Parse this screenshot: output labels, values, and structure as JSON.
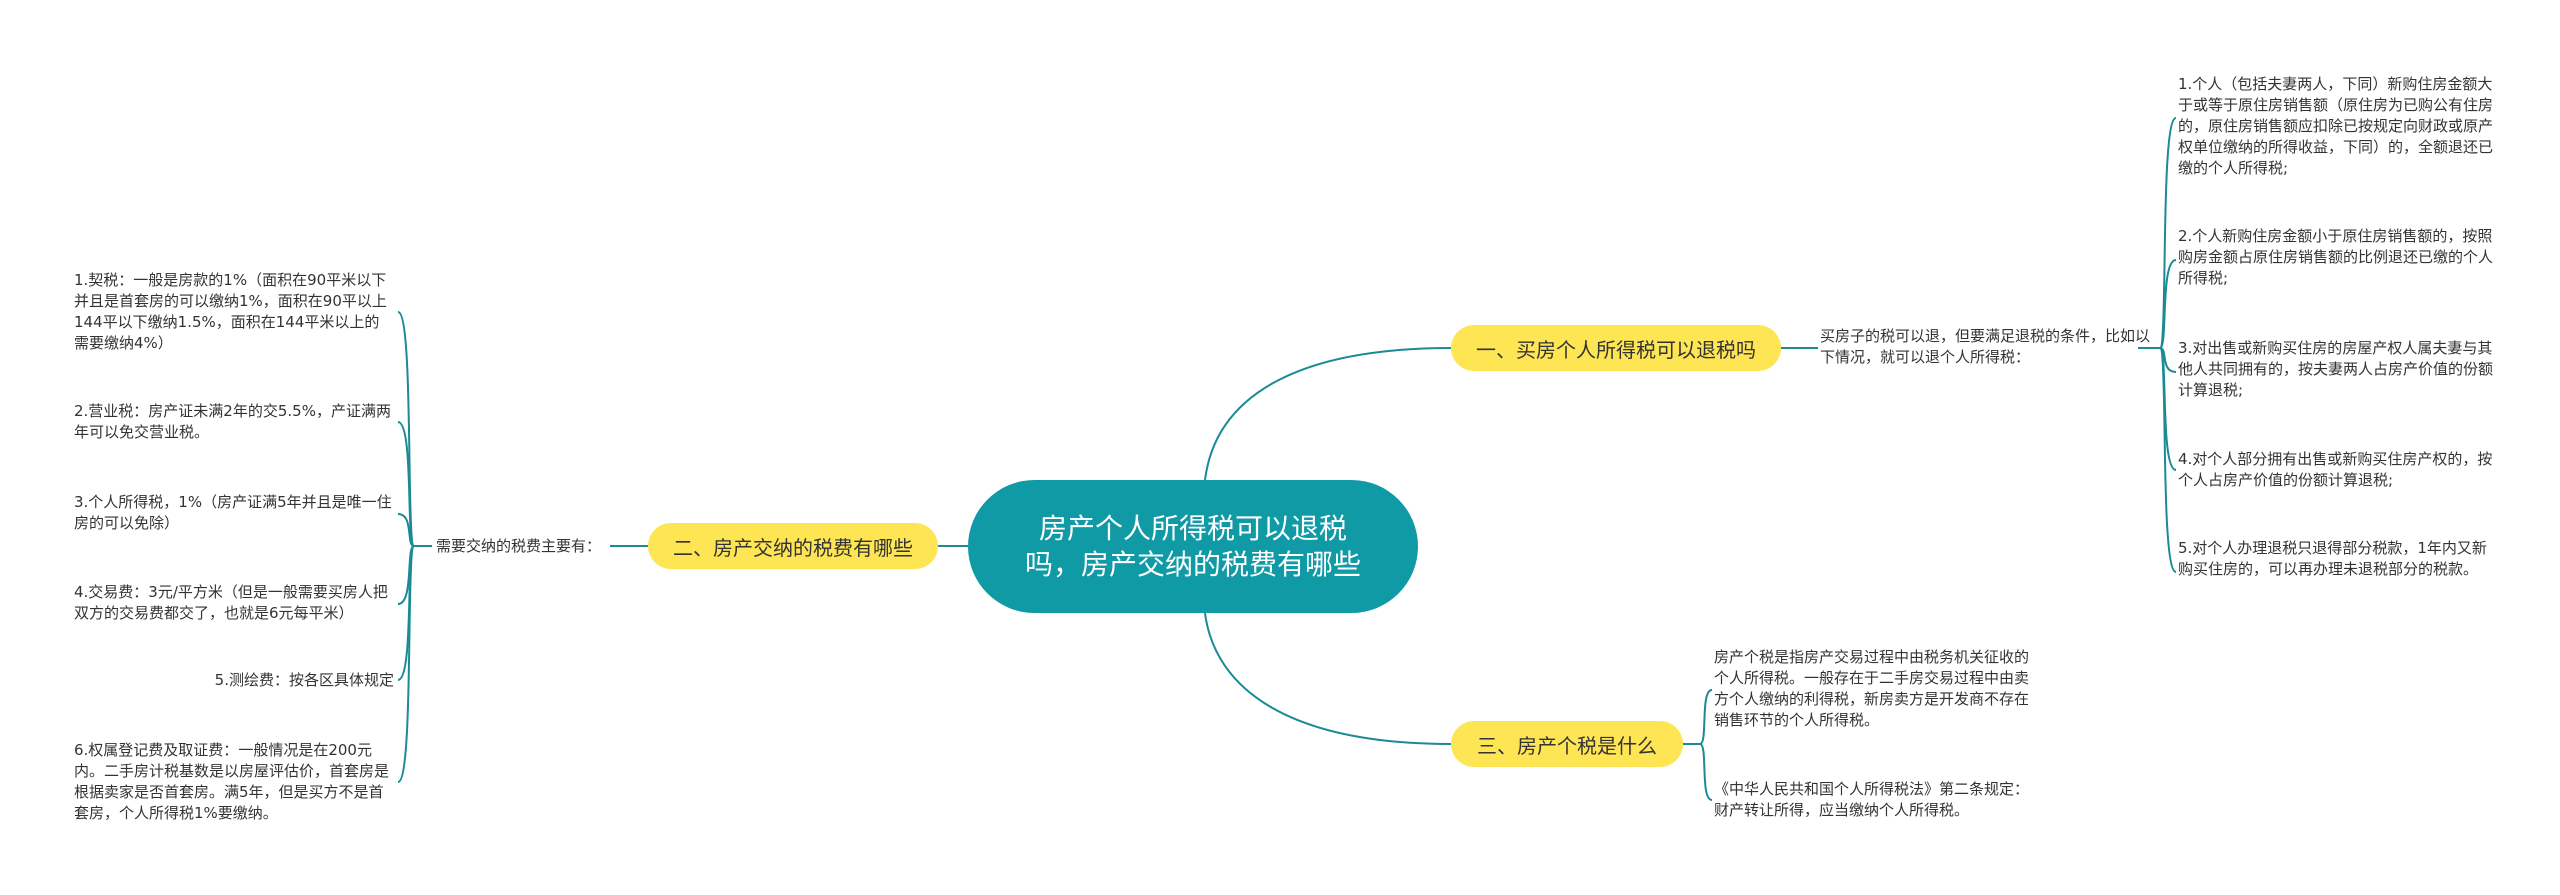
{
  "center": {
    "title": "房产个人所得税可以退税吗，房产交纳的税费有哪些"
  },
  "branches": [
    {
      "label": "一、买房个人所得税可以退税吗",
      "intro": "买房子的税可以退，但要满足退税的条件，比如以下情况，就可以退个人所得税：",
      "items": [
        "1.个人（包括夫妻两人，下同）新购住房金额大于或等于原住房销售额（原住房为已购公有住房的，原住房销售额应扣除已按规定向财政或原产权单位缴纳的所得收益，下同）的，全额退还已缴的个人所得税;",
        "2.个人新购住房金额小于原住房销售额的，按照购房金额占原住房销售额的比例退还已缴的个人所得税;",
        "3.对出售或新购买住房的房屋产权人属夫妻与其他人共同拥有的，按夫妻两人占房产价值的份额计算退税;",
        "4.对个人部分拥有出售或新购买住房产权的，按个人占房产价值的份额计算退税;",
        "5.对个人办理退税只退得部分税款，1年内又新购买住房的，可以再办理未退税部分的税款。"
      ]
    },
    {
      "label": "二、房产交纳的税费有哪些",
      "intro": "需要交纳的税费主要有：",
      "items": [
        "1.契税：一般是房款的1%（面积在90平米以下并且是首套房的可以缴纳1%，面积在90平以上144平以下缴纳1.5%，面积在144平米以上的需要缴纳4%）",
        "2.营业税：房产证未满2年的交5.5%，产证满两年可以免交营业税。",
        "3.个人所得税，1%（房产证满5年并且是唯一住房的可以免除）",
        "4.交易费：3元/平方米（但是一般需要买房人把双方的交易费都交了，也就是6元每平米）",
        "5.测绘费：按各区具体规定",
        "6.权属登记费及取证费：一般情况是在200元内。二手房计税基数是以房屋评估价，首套房是根据卖家是否首套房。满5年，但是买方不是首套房，个人所得税1%要缴纳。"
      ]
    },
    {
      "label": "三、房产个税是什么",
      "items": [
        "房产个税是指房产交易过程中由税务机关征收的个人所得税。一般存在于二手房交易过程中由卖方个人缴纳的利得税，新房卖方是开发商不存在销售环节的个人所得税。",
        "《中华人民共和国个人所得税法》第二条规定：财产转让所得，应当缴纳个人所得税。"
      ]
    }
  ],
  "colors": {
    "center": "#0f9aa6",
    "branch": "#fde554",
    "line": "#1a8a94",
    "text": "#333333"
  }
}
